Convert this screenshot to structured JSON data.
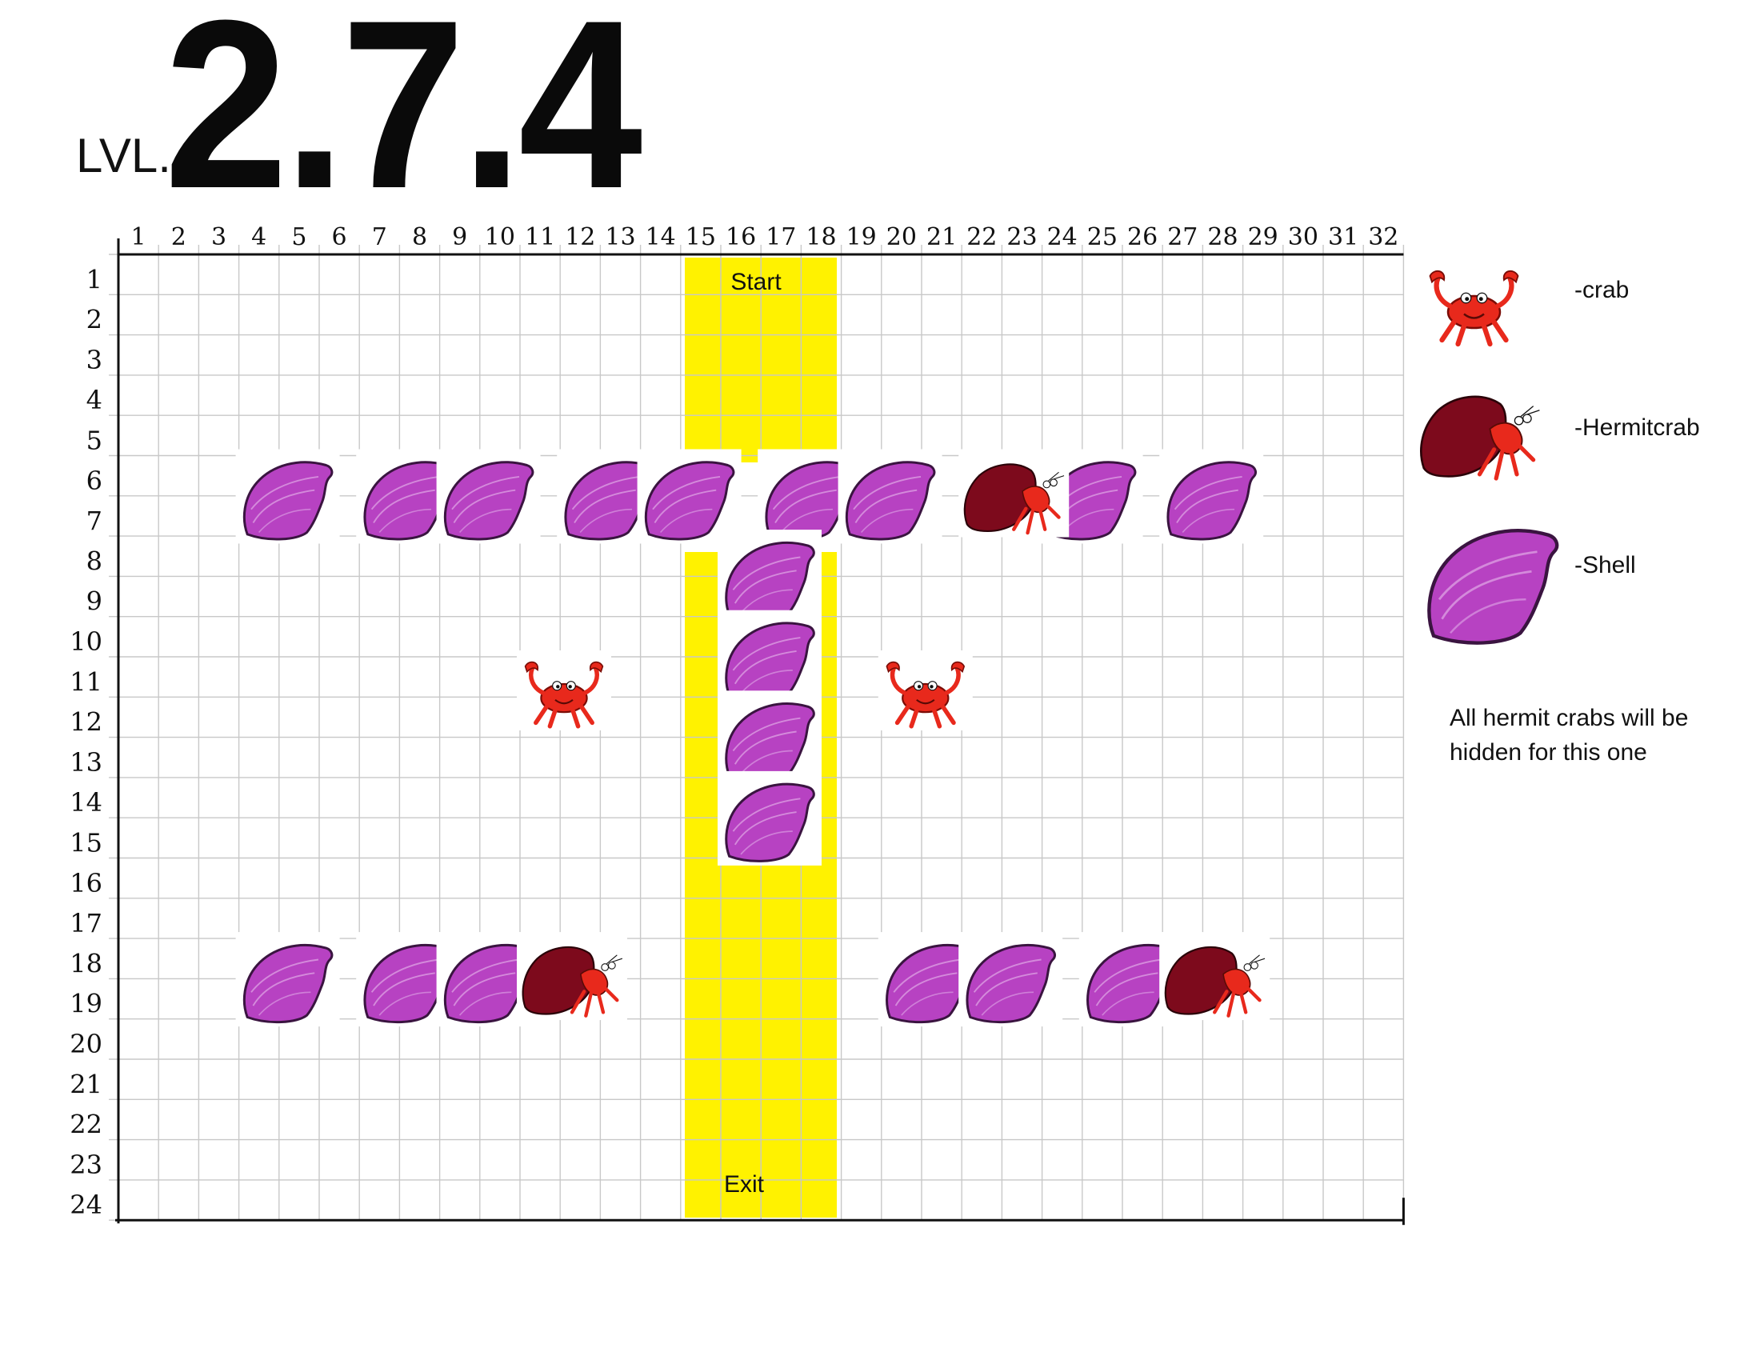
{
  "title": {
    "prefix": "LVL.",
    "number": "2.7.4"
  },
  "grid": {
    "columns": 32,
    "rows": 24,
    "column_labels": [
      "1",
      "2",
      "3",
      "4",
      "5",
      "6",
      "7",
      "8",
      "9",
      "10",
      "11",
      "12",
      "13",
      "14",
      "15",
      "16",
      "17",
      "18",
      "19",
      "20",
      "21",
      "22",
      "23",
      "24",
      "25",
      "26",
      "27",
      "28",
      "29",
      "30",
      "31",
      "32"
    ],
    "row_labels": [
      "1",
      "2",
      "3",
      "4",
      "5",
      "6",
      "7",
      "8",
      "9",
      "10",
      "11",
      "12",
      "13",
      "14",
      "15",
      "16",
      "17",
      "18",
      "19",
      "20",
      "21",
      "22",
      "23",
      "24"
    ],
    "line_color": "#c8c8c8",
    "border_color": "#111111"
  },
  "path": {
    "color": "#fff200",
    "start_label": "Start",
    "exit_label": "Exit"
  },
  "pieces": {
    "shells": [
      {
        "col": 4,
        "row": 6
      },
      {
        "col": 7,
        "row": 6
      },
      {
        "col": 9,
        "row": 6
      },
      {
        "col": 12,
        "row": 6
      },
      {
        "col": 14,
        "row": 6
      },
      {
        "col": 17,
        "row": 6
      },
      {
        "col": 19,
        "row": 6
      },
      {
        "col": 24,
        "row": 6
      },
      {
        "col": 27,
        "row": 6
      },
      {
        "col": 16,
        "row": 8
      },
      {
        "col": 16,
        "row": 10
      },
      {
        "col": 16,
        "row": 12
      },
      {
        "col": 16,
        "row": 14
      },
      {
        "col": 4,
        "row": 18
      },
      {
        "col": 7,
        "row": 18
      },
      {
        "col": 9,
        "row": 18
      },
      {
        "col": 20,
        "row": 18
      },
      {
        "col": 22,
        "row": 18
      },
      {
        "col": 25,
        "row": 18
      }
    ],
    "hermit_crabs": [
      {
        "col": 22,
        "row": 6
      },
      {
        "col": 11,
        "row": 18
      },
      {
        "col": 27,
        "row": 18
      }
    ],
    "crabs": [
      {
        "col": 11,
        "row": 11
      },
      {
        "col": 20,
        "row": 11
      }
    ]
  },
  "colors": {
    "shell": "#b742c2",
    "shell_outline": "#3a1440",
    "hermit_shell": "#7d0a1c",
    "crab": "#e8291c"
  },
  "legend": [
    {
      "icon": "crab-icon",
      "label": "-crab"
    },
    {
      "icon": "hermit-crab-icon",
      "label": "-Hermitcrab"
    },
    {
      "icon": "shell-icon",
      "label": "-Shell"
    }
  ],
  "note": "All hermit crabs will be hidden for this one"
}
